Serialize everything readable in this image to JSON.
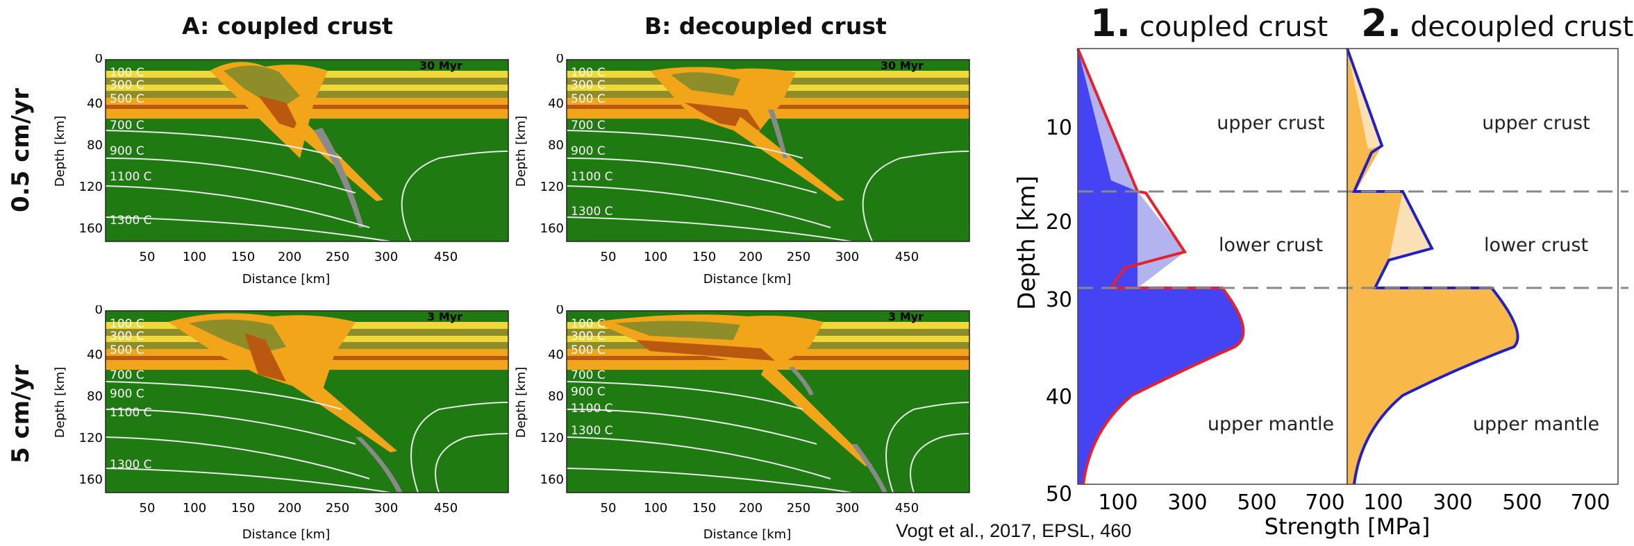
{
  "columns": {
    "a_title": "A: coupled crust",
    "b_title": "B: decoupled crust"
  },
  "rows": {
    "row1_label": "0.5 cm/yr",
    "row2_label": "5 cm/yr"
  },
  "panels": [
    {
      "time_label": "30 Myr",
      "x_label": "Distance [km]",
      "y_label": "Depth [km]",
      "x_ticks": [
        "50",
        "100",
        "150",
        "200",
        "250",
        "300",
        "450"
      ],
      "y_ticks": [
        "0",
        "40",
        "80",
        "120",
        "160"
      ],
      "isotherms": [
        "100 C",
        "300 C",
        "500 C",
        "700 C",
        "900 C",
        "1100 C",
        "1300 C"
      ]
    },
    {
      "time_label": "30 Myr",
      "x_label": "Distance [km]",
      "y_label": "Depth [km]",
      "x_ticks": [
        "50",
        "100",
        "150",
        "200",
        "250",
        "300",
        "450"
      ],
      "y_ticks": [
        "0",
        "40",
        "80",
        "120",
        "160"
      ],
      "isotherms": [
        "100 C",
        "300 C",
        "500 C",
        "700 C",
        "900 C",
        "1100 C",
        "1300 C"
      ]
    },
    {
      "time_label": "3 Myr",
      "x_label": "Distance [km]",
      "y_label": "Depth [km]",
      "x_ticks": [
        "50",
        "100",
        "150",
        "200",
        "250",
        "300",
        "450"
      ],
      "y_ticks": [
        "0",
        "40",
        "80",
        "120",
        "160"
      ],
      "isotherms": [
        "100 C",
        "300 C",
        "500 C",
        "700 C",
        "900 C",
        "1100 C",
        "1300 C"
      ]
    },
    {
      "time_label": "3 Myr",
      "x_label": "Distance [km]",
      "y_label": "Depth [km]",
      "x_ticks": [
        "50",
        "100",
        "150",
        "200",
        "250",
        "300",
        "450"
      ],
      "y_ticks": [
        "0",
        "40",
        "80",
        "120",
        "160"
      ],
      "isotherms": [
        "100 C",
        "300 C",
        "500 C",
        "700 C",
        "900 C",
        "1100 C",
        "1300 C"
      ]
    }
  ],
  "strength_profiles": {
    "title1_num": "1.",
    "title1_text": "coupled crust",
    "title2_num": "2.",
    "title2_text": "decoupled crust",
    "y_label": "Depth [km]",
    "x_label": "Strength [MPa]",
    "y_ticks": [
      "10",
      "20",
      "30",
      "40",
      "50"
    ],
    "x_ticks": [
      "100",
      "300",
      "500",
      "700"
    ],
    "layers": [
      "upper crust",
      "lower crust",
      "upper mantle"
    ],
    "colors": {
      "coupled_fill": "#4444f5",
      "coupled_light": "#b3b3f0",
      "coupled_line": "#e8202a",
      "decoupled_fill": "#f9b84a",
      "decoupled_light": "#fbe0b5",
      "decoupled_line": "#2020c8"
    }
  },
  "citation": "Vogt et al., 2017, EPSL, 460",
  "colors": {
    "mantle": "#1f7a12",
    "crust_yellow": "#f1d83a",
    "crust_olive": "#8d8d2a",
    "crust_orange": "#f3a51a",
    "crust_brown": "#b9580e",
    "slab_gray": "#8a8a8a"
  }
}
